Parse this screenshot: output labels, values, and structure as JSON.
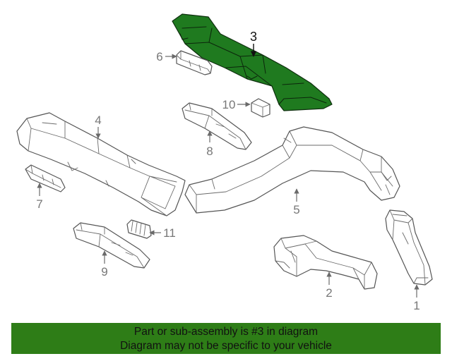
{
  "diagram": {
    "highlight_color": "#1f7a1f",
    "parts": [
      {
        "number": "1"
      },
      {
        "number": "2"
      },
      {
        "number": "3"
      },
      {
        "number": "4"
      },
      {
        "number": "5"
      },
      {
        "number": "6"
      },
      {
        "number": "7"
      },
      {
        "number": "8"
      },
      {
        "number": "9"
      },
      {
        "number": "10"
      },
      {
        "number": "11"
      }
    ],
    "highlighted_part": "3"
  },
  "banner": {
    "background_color": "#2e7d17",
    "line1": "Part or sub-assembly is #3 in diagram",
    "line2": "Diagram may not be specific to your vehicle"
  }
}
